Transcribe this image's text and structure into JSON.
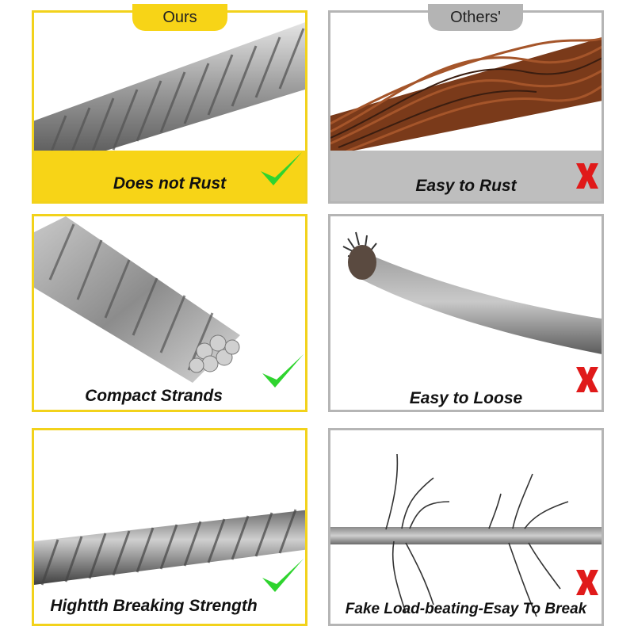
{
  "tabs": {
    "ours": "Ours",
    "others": "Others'"
  },
  "rows": [
    {
      "ours": {
        "caption": "Does not Rust",
        "mark": "check-icon"
      },
      "others": {
        "caption": "Easy to Rust",
        "mark": "cross-icon"
      }
    },
    {
      "ours": {
        "caption": "Compact Strands",
        "mark": "check-icon"
      },
      "others": {
        "caption": "Easy to Loose",
        "mark": "cross-icon"
      }
    },
    {
      "ours": {
        "caption": "Hightth Breaking Strength",
        "mark": "check-icon"
      },
      "others": {
        "caption": "Fake Load-beating-Esay To Break",
        "mark": "cross-icon"
      }
    }
  ],
  "colors": {
    "ours_accent": "#f7d417",
    "others_accent": "#b4b4b4",
    "check": "#2fd42f",
    "cross": "#e01a1a"
  }
}
